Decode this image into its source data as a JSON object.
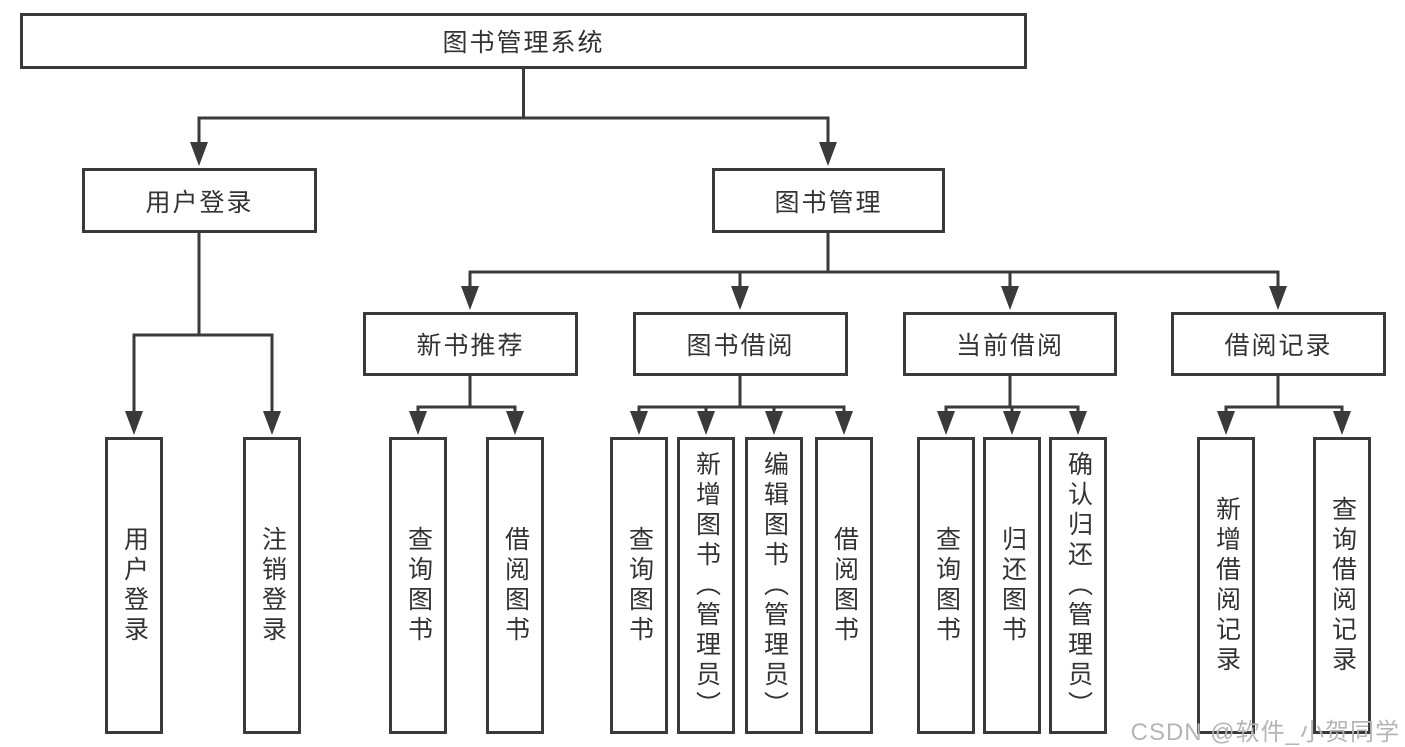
{
  "tree": {
    "root": {
      "label": "图书管理系统"
    },
    "branches": [
      {
        "label": "用户登录",
        "children": [
          {
            "label": "用户登录"
          },
          {
            "label": "注销登录"
          }
        ]
      },
      {
        "label": "图书管理",
        "children": [
          {
            "label": "新书推荐",
            "children": [
              {
                "label": "查询图书"
              },
              {
                "label": "借阅图书"
              }
            ]
          },
          {
            "label": "图书借阅",
            "children": [
              {
                "label": "查询图书"
              },
              {
                "label": "新增图书（管理员）"
              },
              {
                "label": "编辑图书（管理员）"
              },
              {
                "label": "借阅图书"
              }
            ]
          },
          {
            "label": "当前借阅",
            "children": [
              {
                "label": "查询图书"
              },
              {
                "label": "归还图书"
              },
              {
                "label": "确认归还（管理员）"
              }
            ]
          },
          {
            "label": "借阅记录",
            "children": [
              {
                "label": "新增借阅记录"
              },
              {
                "label": "查询借阅记录"
              }
            ]
          }
        ]
      }
    ]
  },
  "watermark": "CSDN @软件_小贺同学",
  "colors": {
    "line": "#3a3a3a",
    "text": "#333333",
    "background": "#ffffff",
    "watermark": "#b5b5b5"
  }
}
